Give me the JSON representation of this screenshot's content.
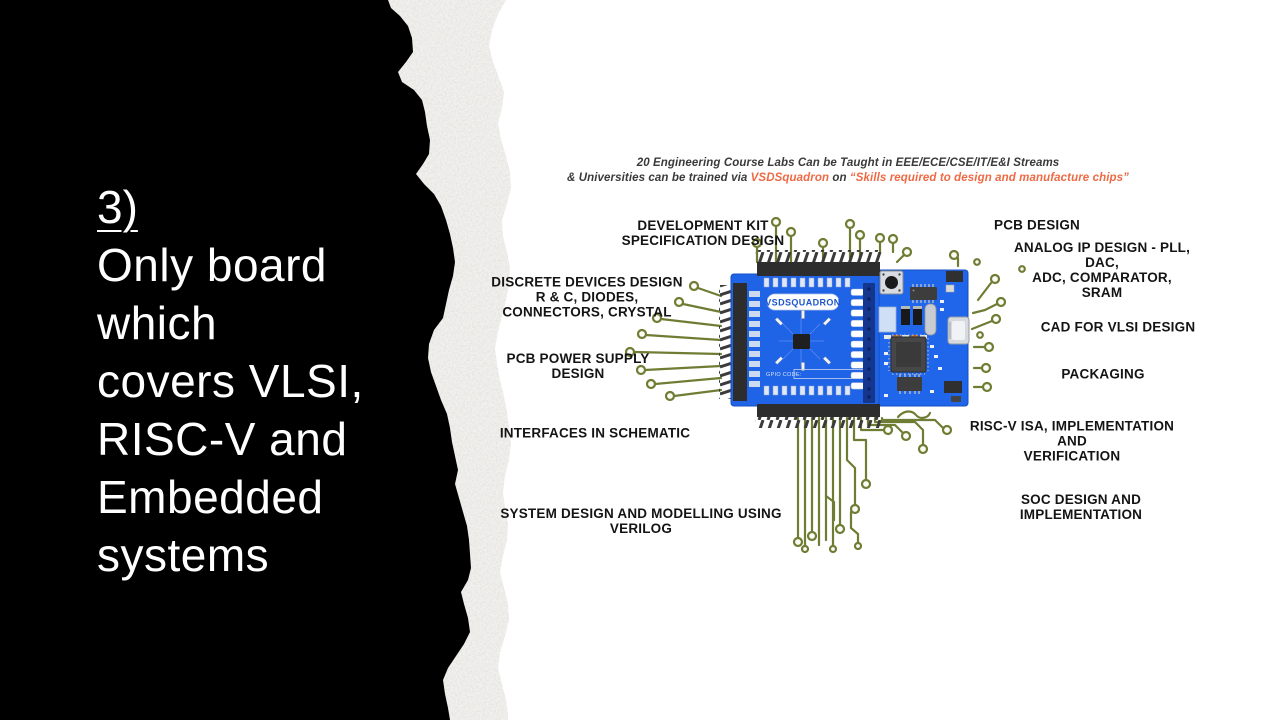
{
  "colors": {
    "panel_black": "#000000",
    "accent_orange": "#ee6a45",
    "trace_olive": "#6e7d33",
    "board_blue": "#1f63e7",
    "label_text": "#141414"
  },
  "left_panel": {
    "number": "3)",
    "title": "Only board\nwhich\ncovers VLSI,\nRISC-V and\nEmbedded\nsystems"
  },
  "header": {
    "line1": "20 Engineering Course Labs Can be Taught in EEE/ECE/CSE/IT/E&I Streams",
    "line2_prefix": "& Universities can be trained via ",
    "brand": "VSDSquadron",
    "line2_mid": " on ",
    "quote": "“Skills required to design and manufacture chips”"
  },
  "board": {
    "name": "VSDSQUADRON",
    "gpio_label": "GPIO CODE:"
  },
  "labels": [
    {
      "id": "development-kit",
      "text": "DEVELOPMENT KIT\nSPECIFICATION DESIGN"
    },
    {
      "id": "pcb-design",
      "text": "PCB DESIGN"
    },
    {
      "id": "discrete-devices",
      "text": "DISCRETE DEVICES DESIGN\nR & C, DIODES,\nCONNECTORS, CRYSTAL"
    },
    {
      "id": "analog-ip",
      "text": "ANALOG IP DESIGN - PLL, DAC,\nADC, COMPARATOR, SRAM"
    },
    {
      "id": "cad-vlsi",
      "text": "CAD FOR VLSI DESIGN"
    },
    {
      "id": "pcb-power",
      "text": "PCB POWER SUPPLY\nDESIGN"
    },
    {
      "id": "packaging",
      "text": "PACKAGING"
    },
    {
      "id": "interfaces",
      "text": "INTERFACES IN SCHEMATIC"
    },
    {
      "id": "riscv-isa",
      "text": "RISC-V ISA, IMPLEMENTATION AND\nVERIFICATION"
    },
    {
      "id": "system-design",
      "text": "SYSTEM DESIGN AND MODELLING USING\nVERILOG"
    },
    {
      "id": "soc-design",
      "text": "SOC DESIGN AND IMPLEMENTATION"
    }
  ]
}
